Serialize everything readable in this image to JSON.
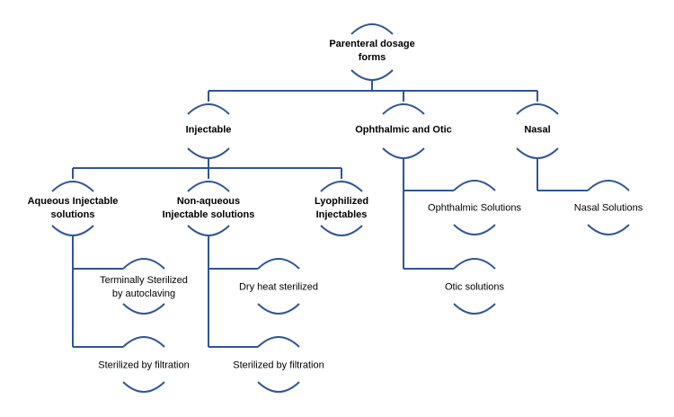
{
  "diagram": {
    "accent_color": "#2f5597",
    "root": {
      "line1": "Parenteral dosage",
      "line2": "forms"
    },
    "level1": {
      "injectable": "Injectable",
      "ophthalmic_otic": "Ophthalmic and Otic",
      "nasal": "Nasal"
    },
    "level2": {
      "aqueous": {
        "line1": "Aqueous Injectable",
        "line2": "solutions"
      },
      "nonaqueous": {
        "line1": "Non-aqueous",
        "line2": "Injectable solutions"
      },
      "lyophilized": {
        "line1": "Lyophilized",
        "line2": "Injectables"
      },
      "ophthalmic_solutions": "Ophthalmic Solutions",
      "otic_solutions": "Otic solutions",
      "nasal_solutions": "Nasal Solutions"
    },
    "level3": {
      "terminally_sterilized": {
        "line1": "Terminally Sterilized",
        "line2": "by autoclaving"
      },
      "aqueous_filtration": "Sterilized by filtration",
      "dry_heat": "Dry heat sterilized",
      "nonaqueous_filtration": "Sterilized by filtration"
    }
  }
}
